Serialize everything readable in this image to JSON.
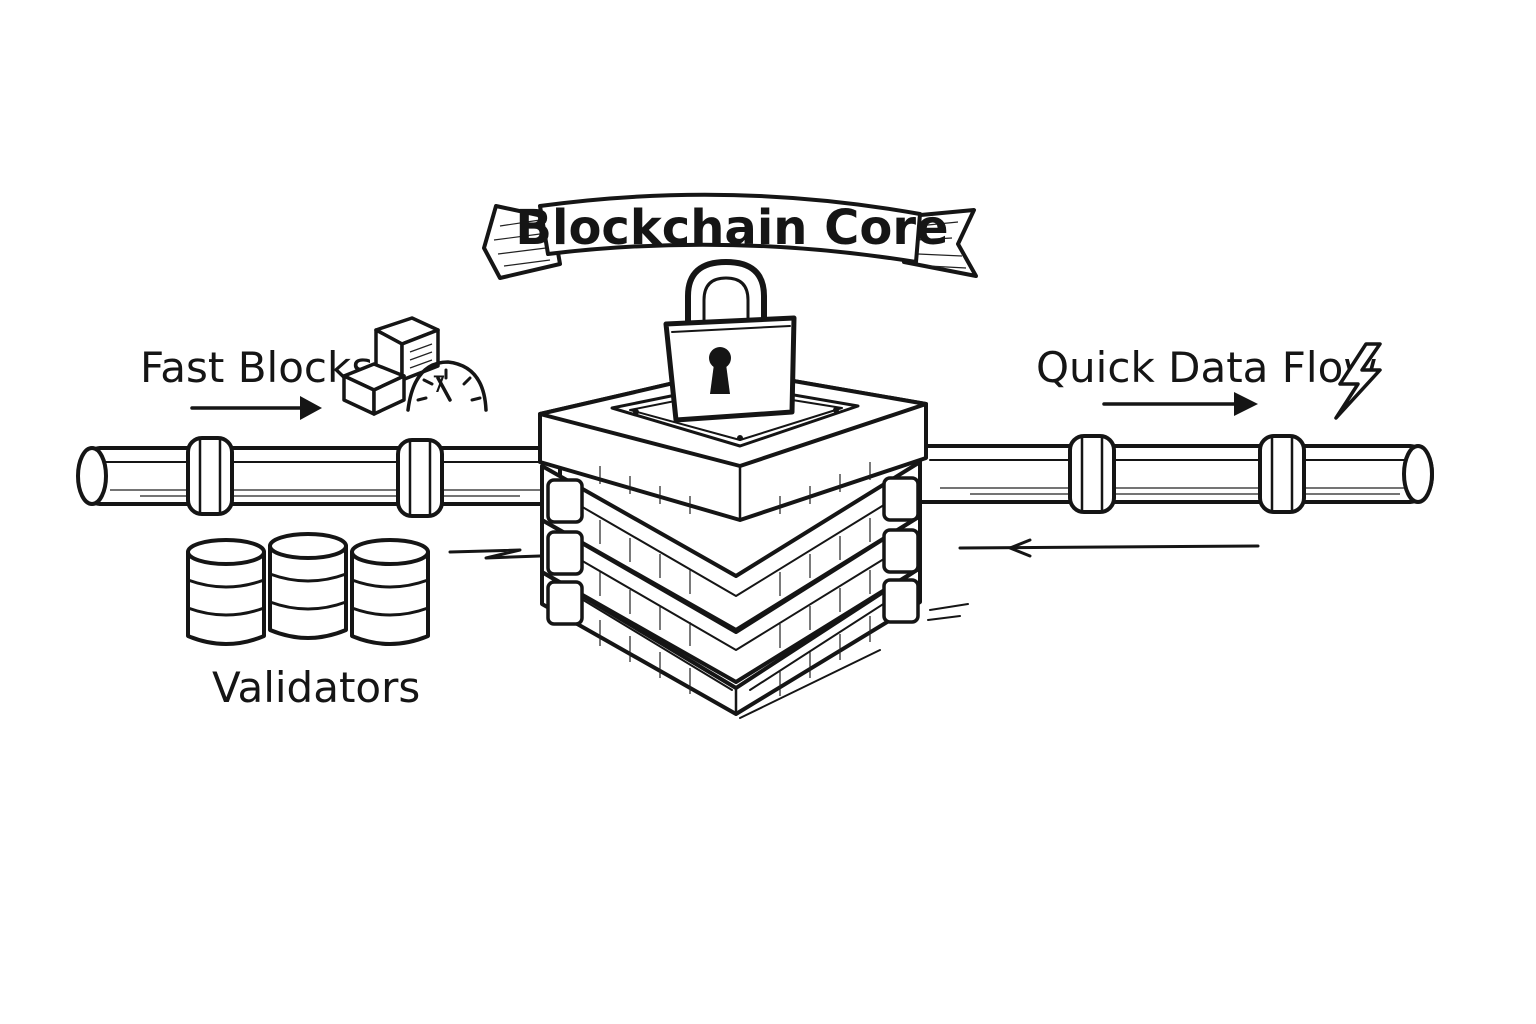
{
  "diagram": {
    "title": "Blockchain Core",
    "labels": {
      "fast_blocks": "Fast Blocks",
      "quick_data_flow": "Quick Data Flow",
      "validators": "Validators"
    },
    "gauge_digit": "7",
    "colors": {
      "ink": "#151515",
      "paper": "#ffffff"
    },
    "icons": {
      "padlock": "padlock-icon",
      "lightning": "lightning-bolt-icon",
      "speedometer": "speedometer-icon",
      "cubes": "cubes-icon",
      "database": "database-icon"
    }
  }
}
